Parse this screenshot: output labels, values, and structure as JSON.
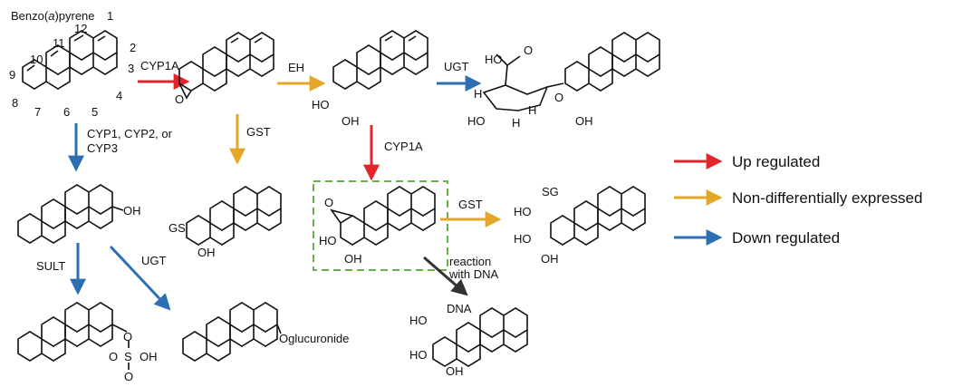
{
  "title": "Benzo(a)pyrene",
  "title_parts": [
    "Benzo(",
    "a",
    ")pyrene"
  ],
  "atom_numbers": [
    "1",
    "2",
    "3",
    "4",
    "5",
    "6",
    "7",
    "8",
    "9",
    "10",
    "11",
    "12"
  ],
  "enzymes": {
    "cyp1a_top": "CYP1A",
    "eh": "EH",
    "ugt_top": "UGT",
    "gst_mid": "GST",
    "cyp1a_mid": "CYP1A",
    "cyp_multi_1": "CYP1, CYP2, or",
    "cyp_multi_2": "CYP3",
    "sult": "SULT",
    "ugt_low": "UGT",
    "gst_right": "GST",
    "dna_1": "reaction",
    "dna_2": "with DNA"
  },
  "substituents": {
    "ho": "HO",
    "oh": "OH",
    "h": "H",
    "o": "O",
    "gs": "GS",
    "sg": "SG",
    "dna": "DNA",
    "oglucuronide": "Oglucuronide",
    "sulfate_o": "O",
    "sulfate_s": "S",
    "sulfate_oh": "OH"
  },
  "legend": [
    {
      "label": "Up regulated",
      "color": "#e3252b"
    },
    {
      "label": "Non-differentially expressed",
      "color": "#e4a72a"
    },
    {
      "label": "Down regulated",
      "color": "#2c6fb3"
    }
  ],
  "colors": {
    "up": "#e3252b",
    "neutral": "#e4a72a",
    "down": "#2c6fb3",
    "dna_arrow": "#333333",
    "highlight_box": "#6ab04c"
  }
}
